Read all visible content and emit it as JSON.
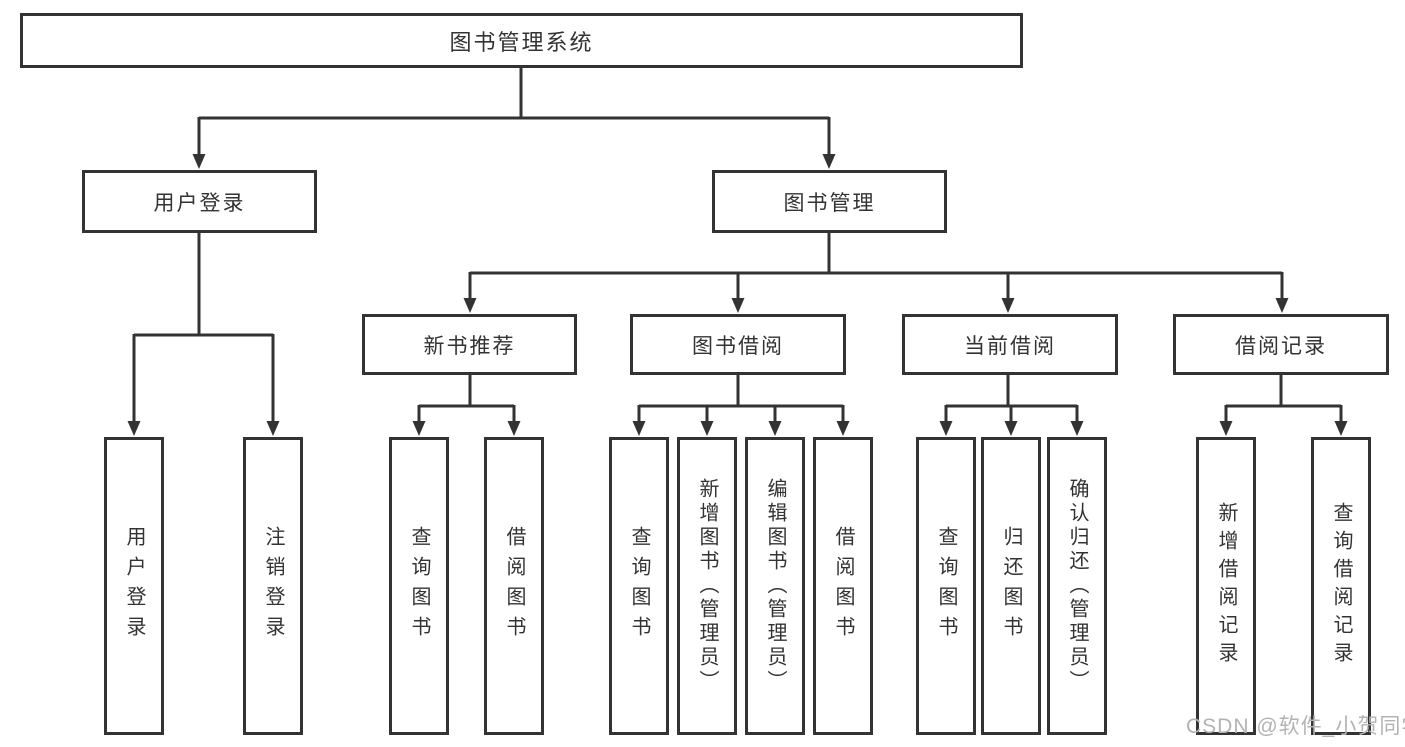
{
  "diagram": {
    "root": {
      "label": "图书管理系统"
    },
    "level2": [
      {
        "label": "用户登录"
      },
      {
        "label": "图书管理"
      }
    ],
    "level3": [
      {
        "label": "新书推荐",
        "parent": "图书管理"
      },
      {
        "label": "图书借阅",
        "parent": "图书管理"
      },
      {
        "label": "当前借阅",
        "parent": "图书管理"
      },
      {
        "label": "借阅记录",
        "parent": "图书管理"
      }
    ],
    "leaves": [
      {
        "label": "用户登录",
        "parent": "用户登录"
      },
      {
        "label": "注销登录",
        "parent": "用户登录"
      },
      {
        "label": "查询图书",
        "parent": "新书推荐"
      },
      {
        "label": "借阅图书",
        "parent": "新书推荐"
      },
      {
        "label": "查询图书",
        "parent": "图书借阅"
      },
      {
        "label": "新增图书（管理员）",
        "parent": "图书借阅"
      },
      {
        "label": "编辑图书（管理员）",
        "parent": "图书借阅"
      },
      {
        "label": "借阅图书",
        "parent": "图书借阅"
      },
      {
        "label": "查询图书",
        "parent": "当前借阅"
      },
      {
        "label": "归还图书",
        "parent": "当前借阅"
      },
      {
        "label": "确认归还（管理员）",
        "parent": "当前借阅"
      },
      {
        "label": "新增借阅记录",
        "parent": "借阅记录"
      },
      {
        "label": "查询借阅记录",
        "parent": "借阅记录"
      }
    ],
    "watermark": "CSDN @软件_小贺同学",
    "colors": {
      "line": "#333333",
      "box_border": "#333333",
      "text": "#333333",
      "watermark": "#b3b3b3",
      "background": "#ffffff"
    }
  }
}
